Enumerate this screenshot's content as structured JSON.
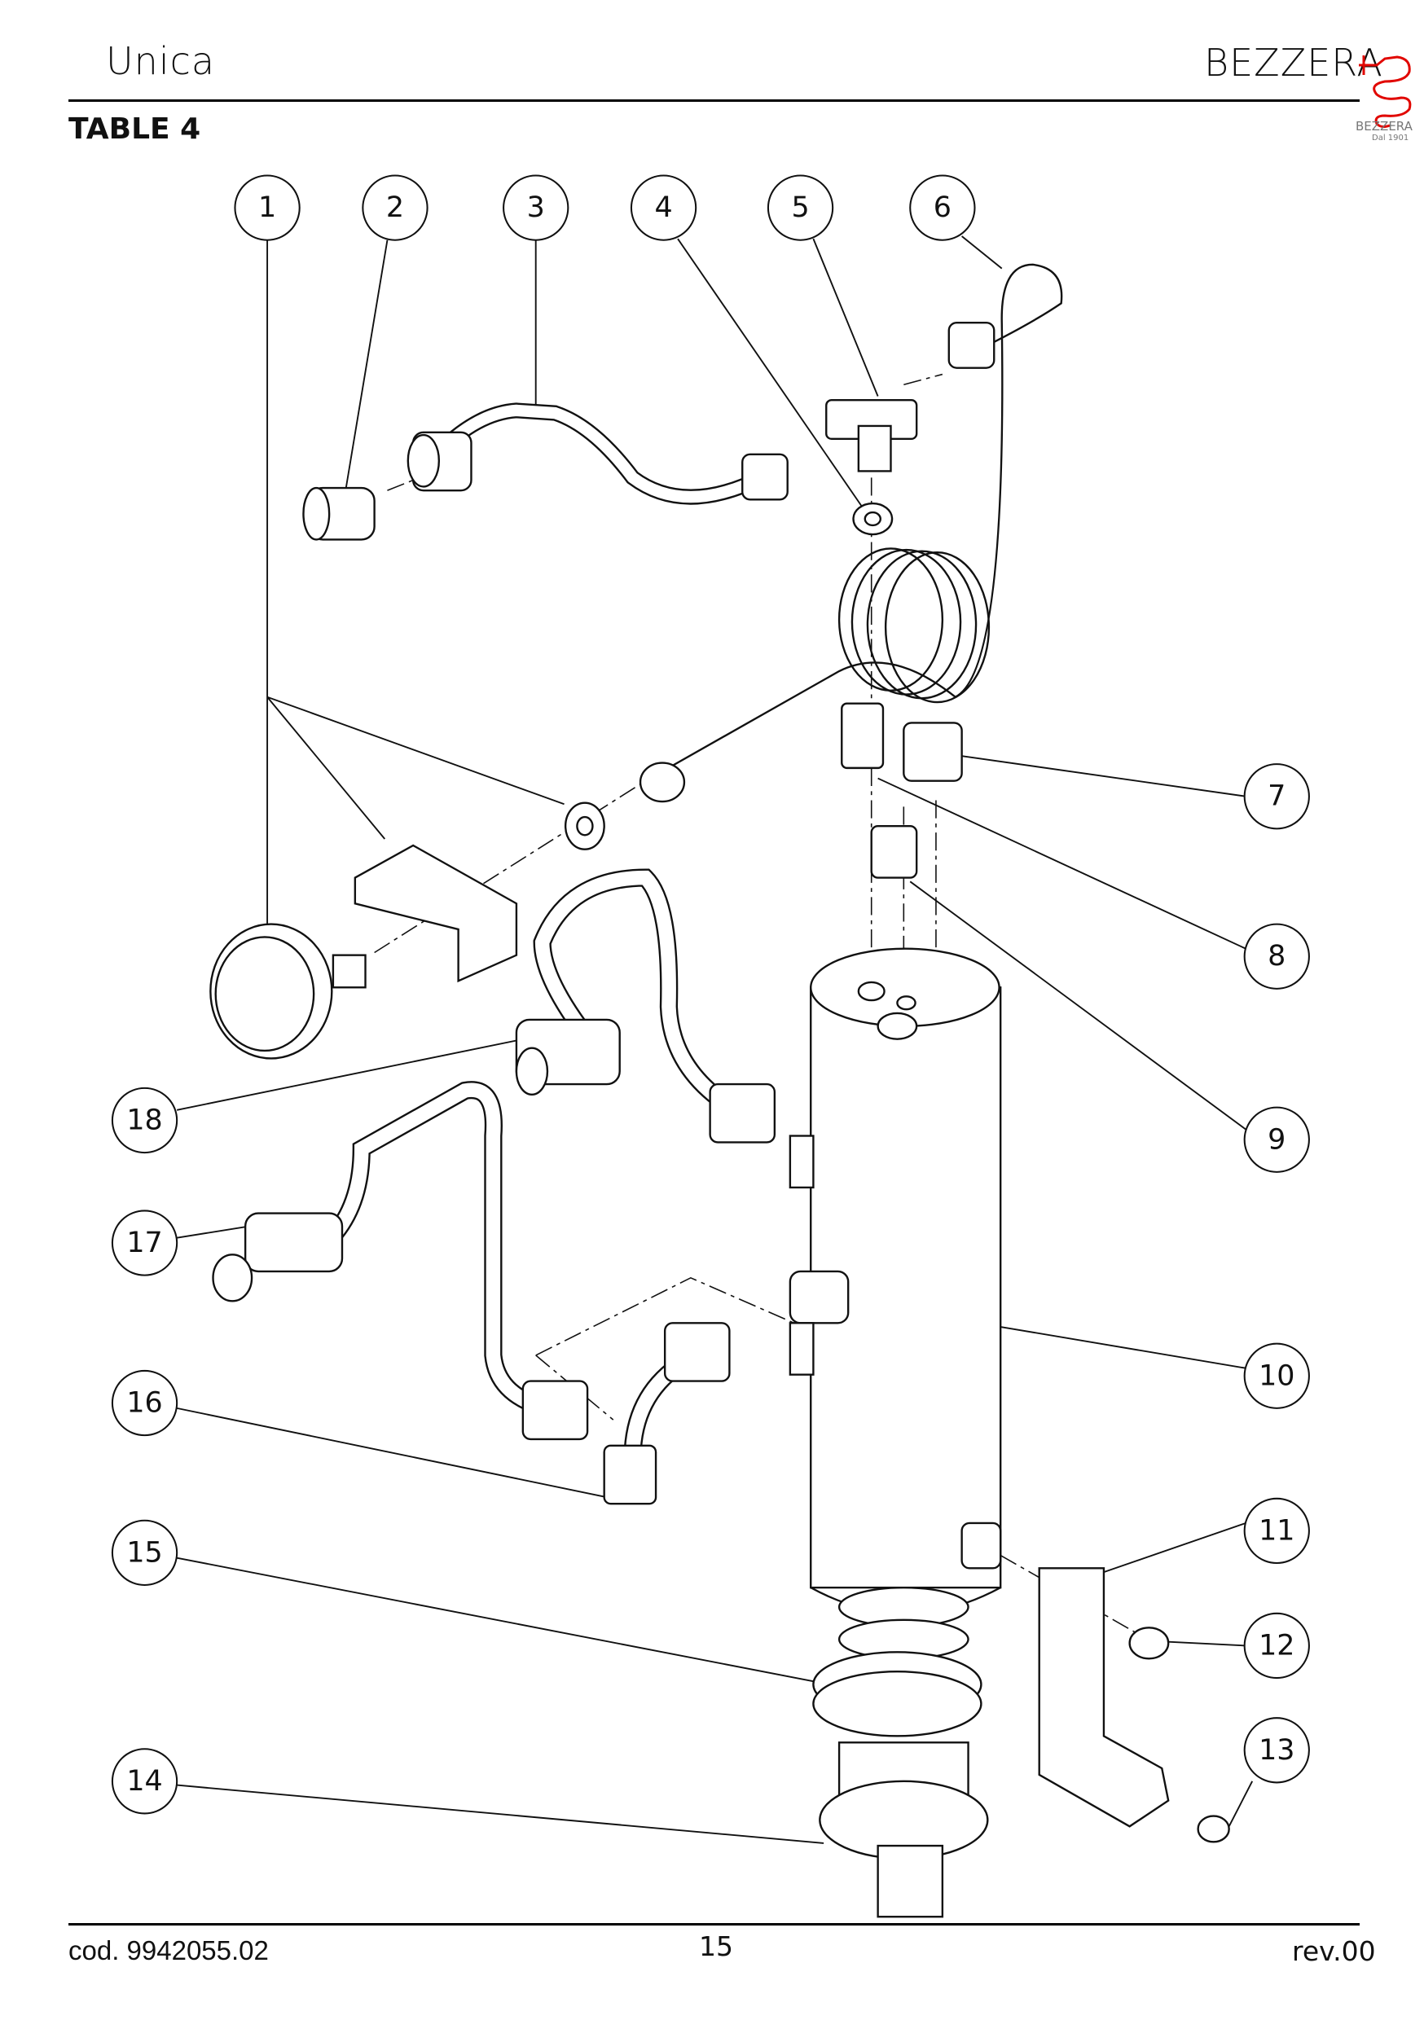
{
  "header": {
    "title": "Unica",
    "brand": "BEZZERA",
    "section": "TABLE 4"
  },
  "logo": {
    "name": "BEZZERA",
    "tagline": "Dal 1901",
    "color": "#e10600"
  },
  "callouts": [
    "1",
    "2",
    "3",
    "4",
    "5",
    "6",
    "7",
    "8",
    "9",
    "10",
    "11",
    "12",
    "13",
    "14",
    "15",
    "16",
    "17",
    "18"
  ],
  "footer": {
    "code": "cod. 9942055.02",
    "page": "15",
    "revision": "rev.00"
  }
}
